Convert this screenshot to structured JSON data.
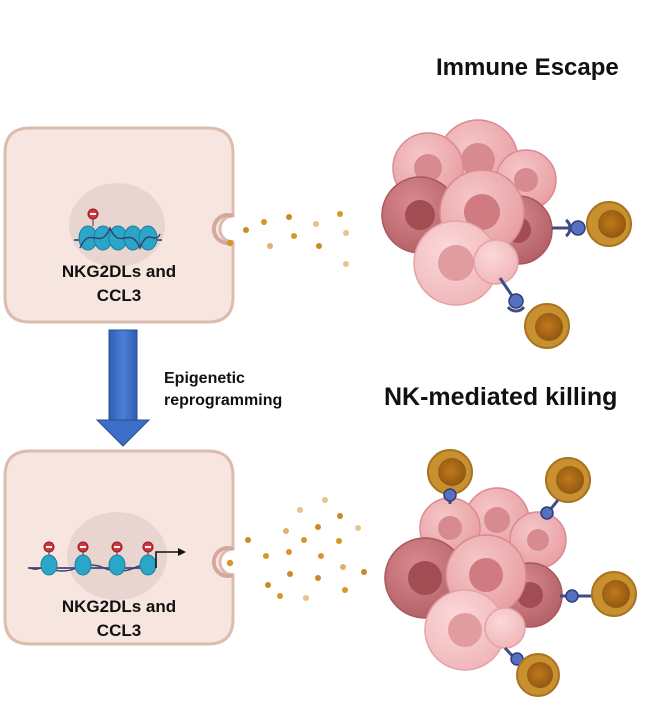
{
  "top_panel": {
    "title": "Immune Escape",
    "cell_label_line1": "NKG2DLs and",
    "cell_label_line2": "CCL3"
  },
  "bottom_panel": {
    "title": "NK-mediated killing",
    "cell_label_line1": "NKG2DLs and",
    "cell_label_line2": "CCL3"
  },
  "transition": {
    "label_line1": "Epigenetic",
    "label_line2": "reprogramming"
  },
  "colors": {
    "cell_fill": "#f7e6df",
    "cell_border": "#d9b6a6",
    "nucleus": "#e6d2cb",
    "arrow": "#3c6cc4",
    "chemokine": "#d89a2a",
    "tumor_light": "#f0b3b6",
    "tumor_dark": "#c97278",
    "nk_cell": "#c9902f",
    "receptor": "#4a4f8c"
  }
}
